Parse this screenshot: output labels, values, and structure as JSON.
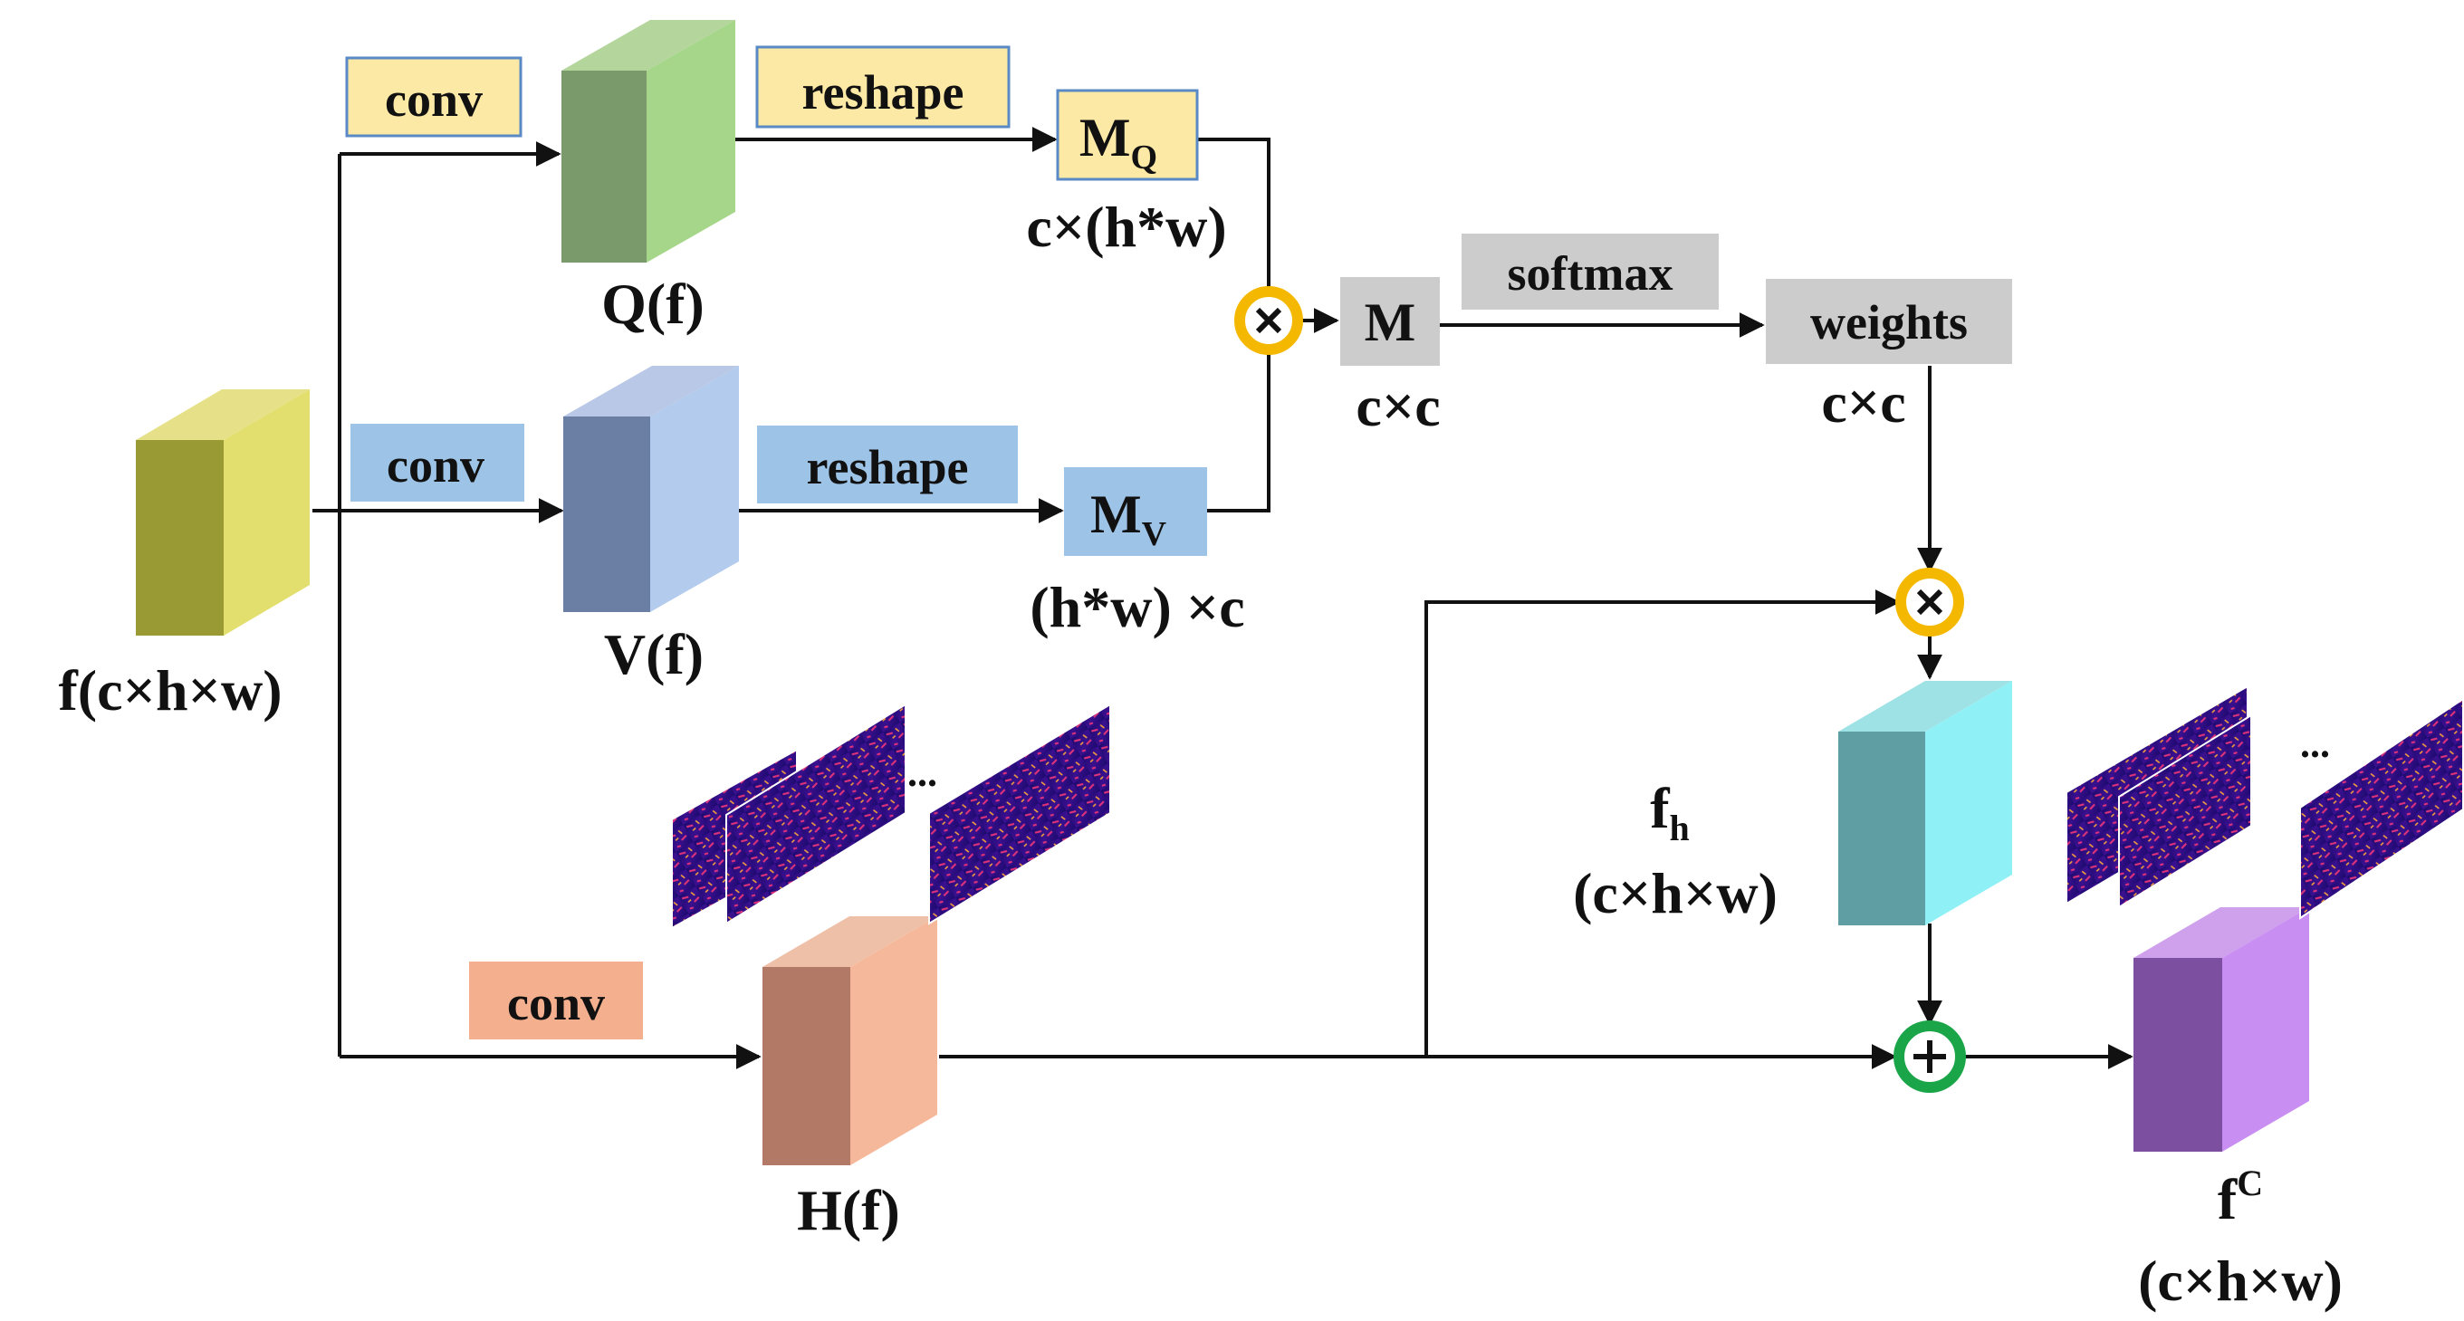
{
  "labels": {
    "f_input": "f(c×h×w)",
    "conv": "conv",
    "reshape": "reshape",
    "Qf": "Q(f)",
    "Vf": "V(f)",
    "Hf": "H(f)",
    "MQ_main": "M",
    "MQ_sub": "Q",
    "MV_main": "M",
    "MV_sub": "V",
    "MQ_dim": "c×(h*w)",
    "MV_dim": "(h*w) ×c",
    "M": "M",
    "M_dim": "c×c",
    "softmax": "softmax",
    "weights": "weights",
    "weights_dim": "c×c",
    "fh_main": "f",
    "fh_sub": "h",
    "fh_dim": "(c×h×w)",
    "fC_main": "f",
    "fC_sup": "C",
    "fC_dim": "(c×h×w)",
    "ellipsis1": "...",
    "ellipsis2": "..."
  },
  "colors": {
    "yellow_box": "#fde9a6",
    "blue_box": "#9dc3e6",
    "salmon_box": "#f4b08e",
    "gray_box": "#cccccc",
    "multiply_ring": "#f5b800",
    "add_ring": "#1aa548",
    "cube_input": "#c9c44f",
    "cube_q": "#8bbf6e",
    "cube_v": "#98b3dc",
    "cube_h": "#dd9f85",
    "cube_fh": "#6fd0d6",
    "cube_fc": "#b57bde",
    "heatmap": "#2a0f8a"
  }
}
